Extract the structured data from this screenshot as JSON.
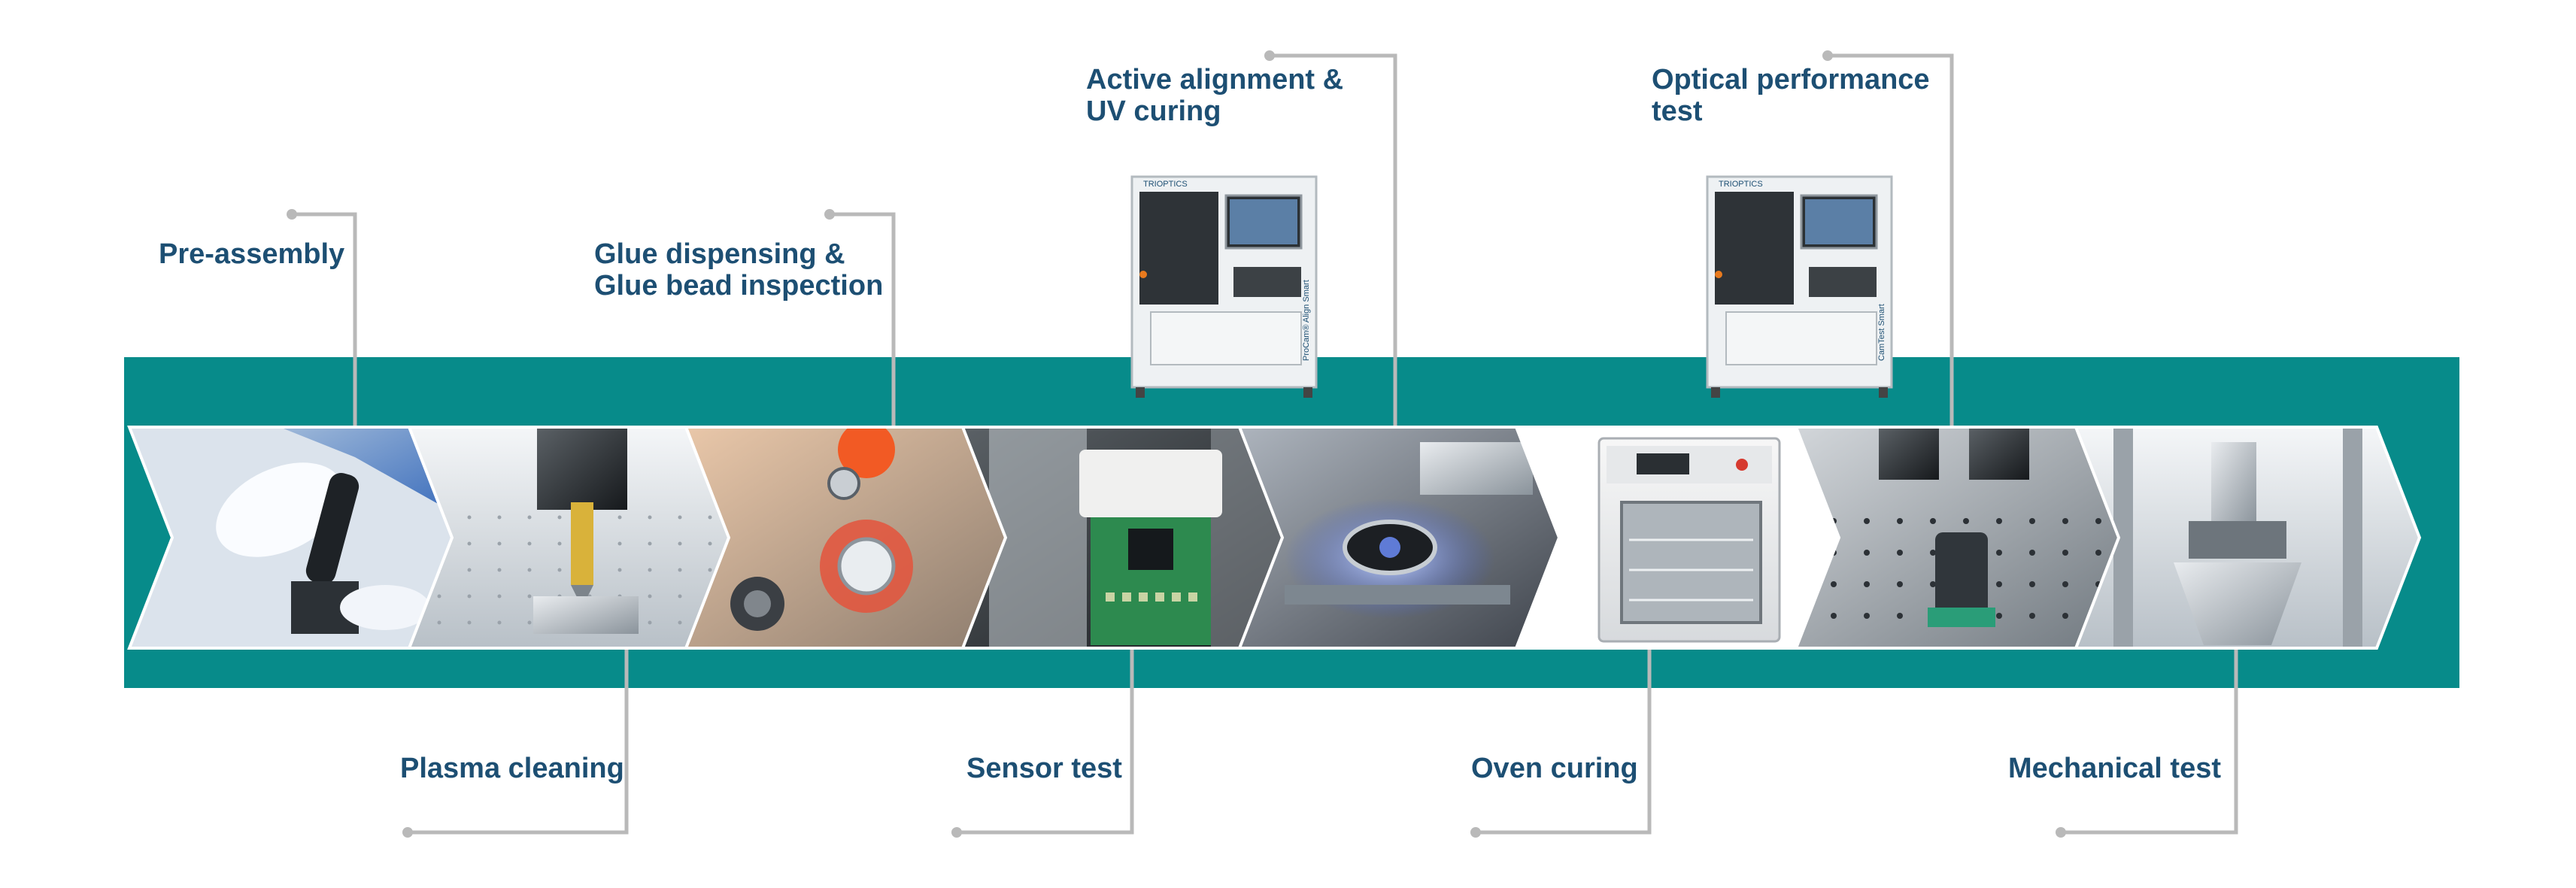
{
  "colors": {
    "band": "#078b8a",
    "label": "#1d4f73",
    "connector": "#b9b9b9",
    "chevron_border": "#ffffff"
  },
  "steps": [
    {
      "id": "pre-assembly",
      "lines": [
        "Pre-assembly"
      ],
      "icon": "gloved-hand-screwdriver-photo"
    },
    {
      "id": "plasma-cleaning",
      "lines": [
        "Plasma cleaning"
      ],
      "icon": "plasma-nozzle-photo"
    },
    {
      "id": "glue-dispensing",
      "lines": [
        "Glue dispensing &",
        "Glue bead inspection"
      ],
      "icon": "glue-dispenser-photo"
    },
    {
      "id": "sensor-test",
      "lines": [
        "Sensor test"
      ],
      "icon": "image-sensor-board-photo"
    },
    {
      "id": "active-alignment",
      "lines": [
        "Active alignment &",
        "UV curing"
      ],
      "icon": "uv-alignment-photo"
    },
    {
      "id": "oven-curing",
      "lines": [
        "Oven curing"
      ],
      "icon": "curing-oven-photo"
    },
    {
      "id": "optical-test",
      "lines": [
        "Optical performance",
        "test"
      ],
      "icon": "camera-lens-test-photo"
    },
    {
      "id": "mechanical-test",
      "lines": [
        "Mechanical test"
      ],
      "icon": "mechanical-test-fixture-photo"
    }
  ],
  "machines": [
    {
      "id": "procam-align",
      "brand": "TRIOPTICS",
      "model": "ProCam® Align Smart",
      "icon": "alignment-machine-icon"
    },
    {
      "id": "camtest",
      "brand": "TRIOPTICS",
      "model": "CamTest Smart",
      "icon": "test-machine-icon"
    }
  ]
}
